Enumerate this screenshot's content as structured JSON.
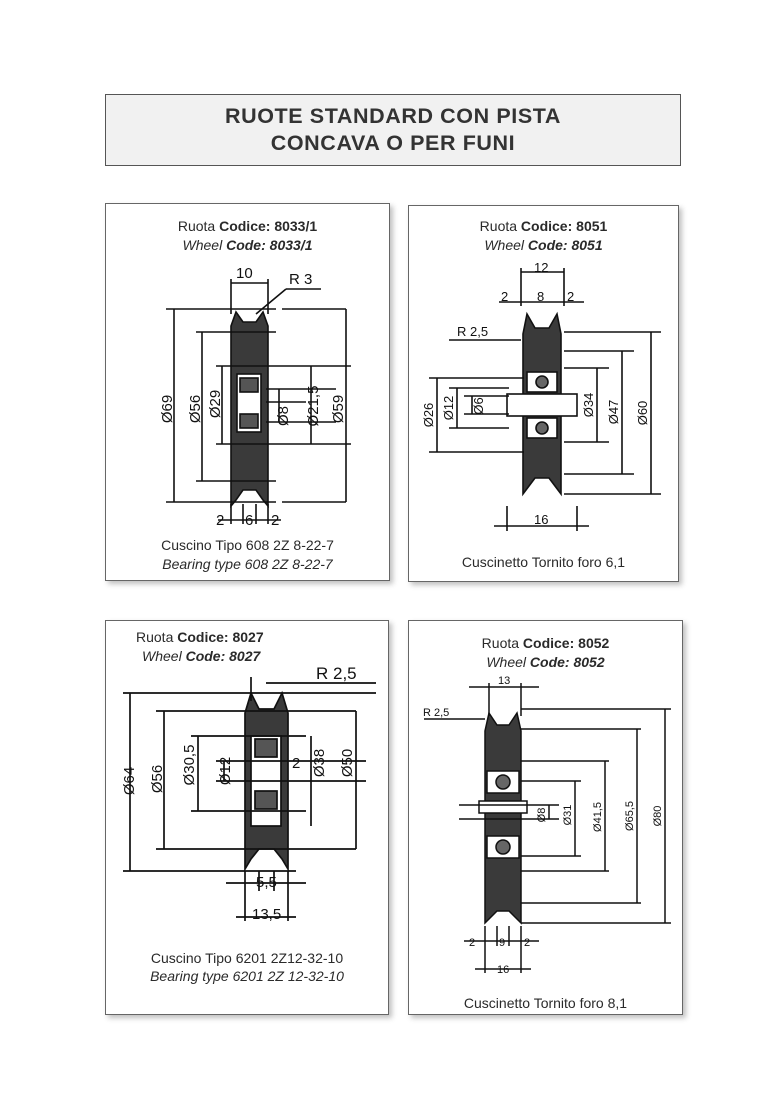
{
  "header": {
    "title_line1": "RUOTE STANDARD CON PISTA",
    "title_line2": "CONCAVA O PER FUNI"
  },
  "cards": [
    {
      "code_label_it": "Ruota",
      "code_prefix_it": "Codice:",
      "code_value": "8033/1",
      "code_label_en": "Wheel",
      "code_prefix_en": "Code:",
      "footer_line1": "Cuscino Tipo 608 2Z 8-22-7",
      "footer_line2": "Bearing type 608 2Z 8-22-7",
      "dims": [
        "10",
        "R 3",
        "Ø69",
        "Ø56",
        "Ø29",
        "Ø8",
        "Ø21,5",
        "Ø59",
        "2",
        "6",
        "2"
      ]
    },
    {
      "code_label_it": "Ruota",
      "code_prefix_it": "Codice:",
      "code_value": "8051",
      "code_label_en": "Wheel",
      "code_prefix_en": "Code:",
      "footer_line1": "Cuscinetto Tornito foro 6,1",
      "dims": [
        "12",
        "2",
        "8",
        "2",
        "R 2,5",
        "Ø26",
        "Ø12",
        "Ø6",
        "Ø34",
        "Ø47",
        "Ø60",
        "16"
      ]
    },
    {
      "code_label_it": "Ruota",
      "code_prefix_it": "Codice:",
      "code_value": "8027",
      "code_label_en": "Wheel",
      "code_prefix_en": "Code:",
      "footer_line1": "Cuscino Tipo 6201 2Z12-32-10",
      "footer_line2": "Bearing type 6201 2Z 12-32-10",
      "dims": [
        "R 2,5",
        "Ø64",
        "Ø56",
        "Ø30,5",
        "Ø12",
        "2",
        "Ø38",
        "Ø50",
        "5,5",
        "13,5"
      ]
    },
    {
      "code_label_it": "Ruota",
      "code_prefix_it": "Codice:",
      "code_value": "8052",
      "code_label_en": "Wheel",
      "code_prefix_en": "Code:",
      "footer_line1": "Cuscinetto Tornito foro 8,1",
      "dims": [
        "13",
        "R 2,5",
        "Ø8",
        "Ø31",
        "Ø41,5",
        "Ø65,5",
        "Ø80",
        "2",
        "9",
        "2",
        "16"
      ]
    }
  ]
}
